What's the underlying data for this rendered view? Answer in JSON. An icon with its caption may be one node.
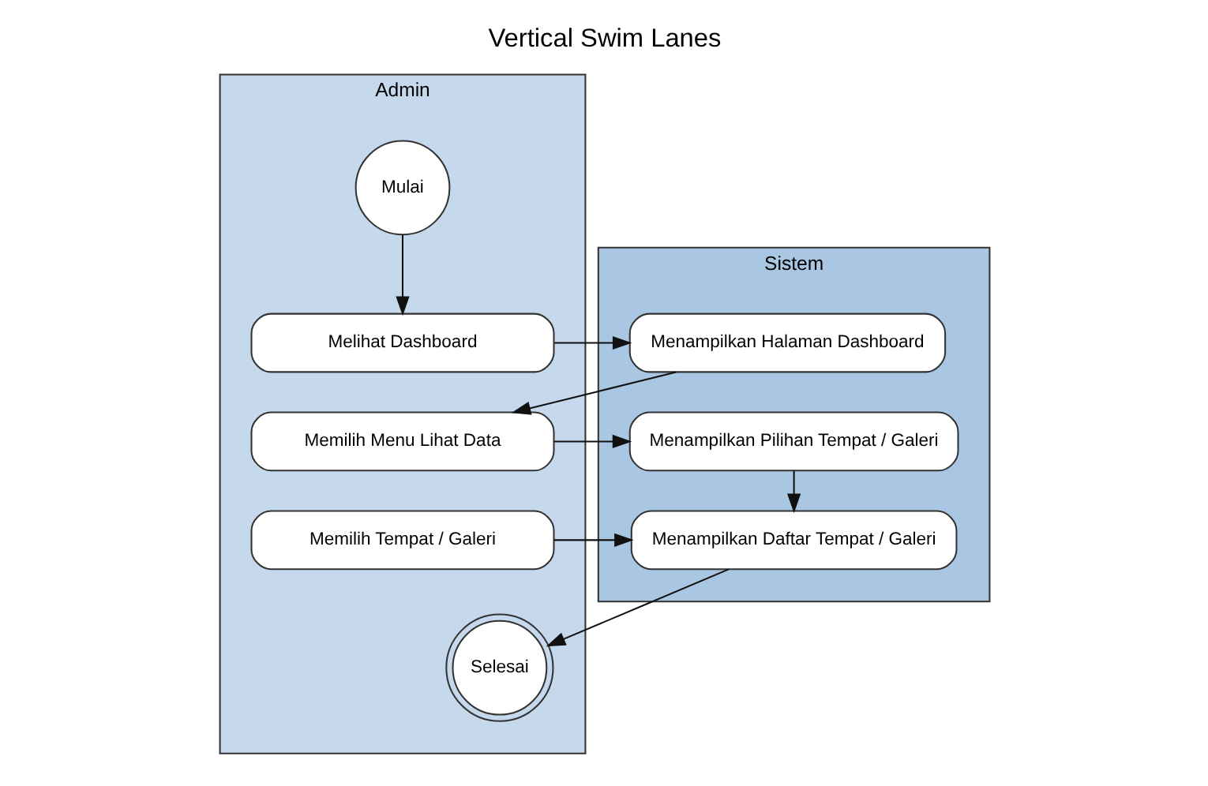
{
  "diagram": {
    "title": "Vertical Swim Lanes",
    "nodes": [
      {
        "text": [
          "Admin"
        ]
      },
      {
        "text": [
          "Sistem"
        ]
      },
      {
        "text": [
          "Mulai"
        ],
        "in": 0
      },
      {
        "text": [
          "Melihat Dashboard"
        ],
        "in": 0
      },
      {
        "text": [
          "Memilih Menu Lihat Data"
        ],
        "in": 0
      },
      {
        "text": [
          "Memilih Tempat / Galeri"
        ],
        "in": 0
      },
      {
        "text": [
          "Selesai"
        ],
        "in": 0
      },
      {
        "text": [
          "Menampilkan Halaman Dashboard"
        ],
        "in": 1
      },
      {
        "text": [
          "Menampilkan Pilihan Tempat / Galeri"
        ],
        "in": 1
      },
      {
        "text": [
          "Menampilkan Daftar Tempat / Galeri"
        ],
        "in": 1
      }
    ],
    "edges": [
      {
        "from": 2,
        "to": 3,
        "arrow": "to"
      },
      {
        "from": 3,
        "to": 7,
        "arrow": "to"
      },
      {
        "from": 7,
        "to": 4,
        "arrow": "to"
      },
      {
        "from": 4,
        "to": 8,
        "arrow": "to"
      },
      {
        "from": 8,
        "to": 9,
        "arrow": "to"
      },
      {
        "from": 5,
        "to": 9,
        "arrow": "to"
      },
      {
        "from": 9,
        "to": 6,
        "arrow": "to"
      }
    ]
  }
}
